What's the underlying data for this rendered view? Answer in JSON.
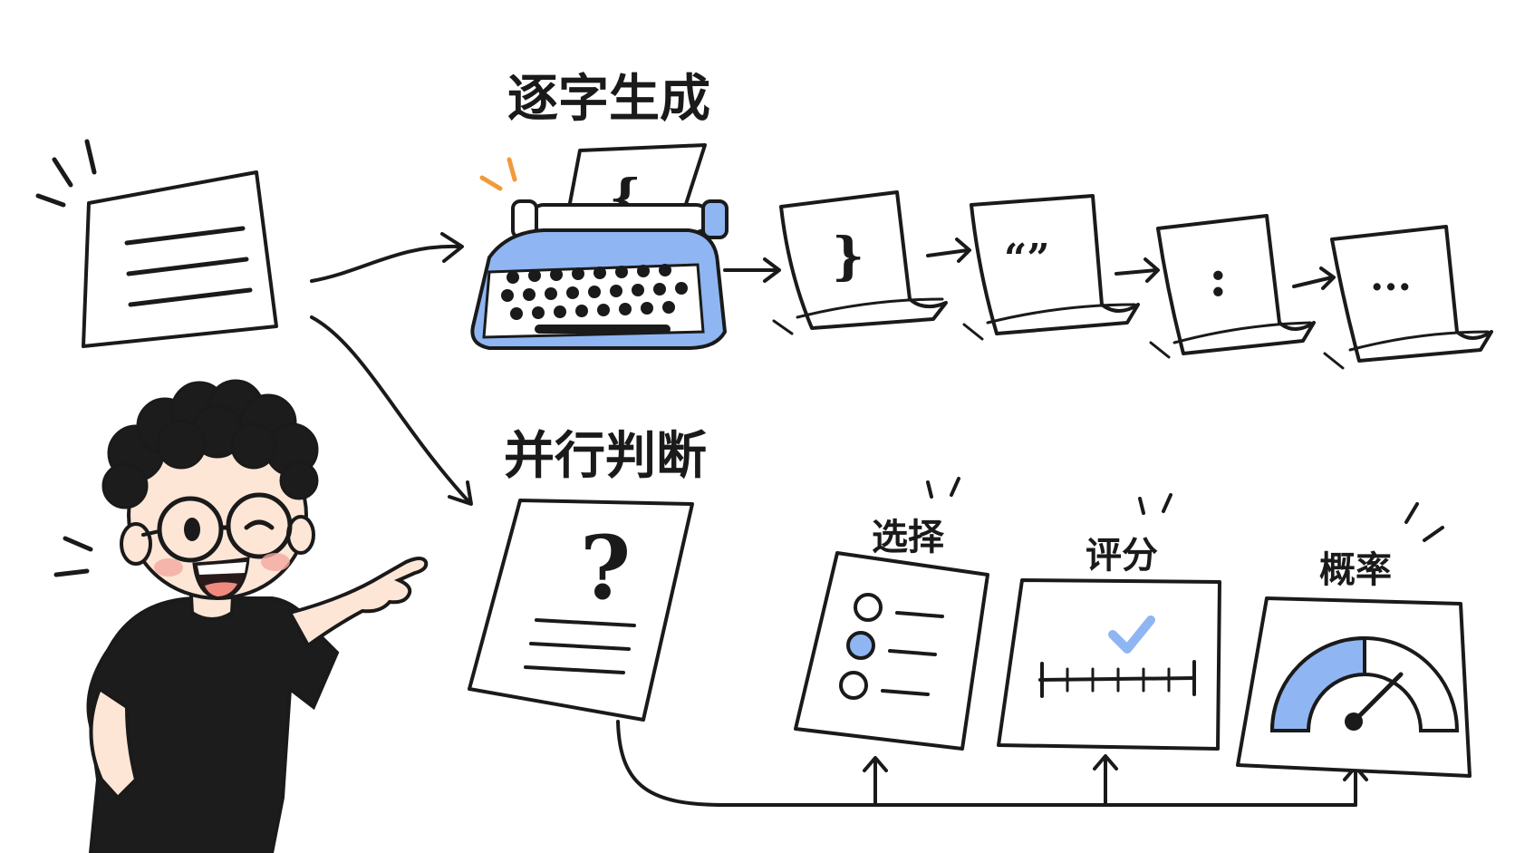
{
  "sections": {
    "sequential": {
      "title": "逐字生成",
      "typewriter_glyph": "{",
      "token_pages": [
        {
          "glyph": "}"
        },
        {
          "glyph": "“”"
        },
        {
          "glyph": ":"
        },
        {
          "glyph": "..."
        }
      ]
    },
    "parallel": {
      "title": "并行判断",
      "question_glyph": "?",
      "outputs": [
        {
          "label": "选择",
          "kind": "choice"
        },
        {
          "label": "评分",
          "kind": "score"
        },
        {
          "label": "概率",
          "kind": "probability"
        }
      ]
    }
  },
  "colors": {
    "ink": "#1a1a1a",
    "accent_blue": "#8fb6f2",
    "accent_orange": "#f29a3a",
    "cheek_pink": "#f4a9a0",
    "skin": "#fde6d6",
    "shirt": "#1c1c1c"
  },
  "icons": [
    "document-icon",
    "typewriter-icon",
    "question-document-icon",
    "radio-list-icon",
    "rating-scale-icon",
    "gauge-icon",
    "person-pointing-illustration"
  ]
}
